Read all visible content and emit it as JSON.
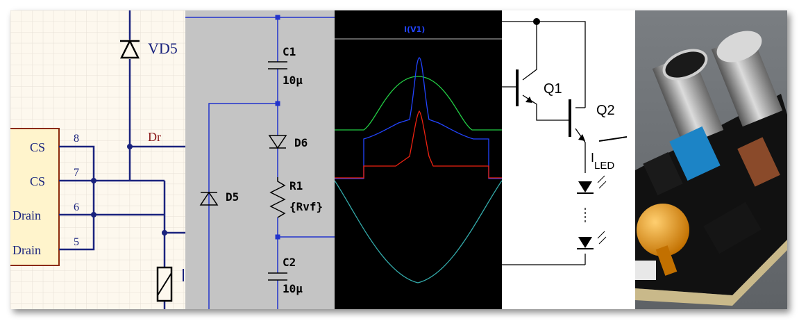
{
  "colors": {
    "grid_bg": "#fdf8ee",
    "grid_line": "#e6e0d6",
    "wire_navy": "#1a237e",
    "ic_fill": "#fff4cc",
    "ic_border": "#8b2a0a",
    "net_label": "#8b1a1a",
    "ltspice_bg": "#c4c4c4",
    "ltspice_wire": "#2233cc",
    "scope_bg": "#000000",
    "trace_green": "#22cc44",
    "trace_blue": "#2244ff",
    "trace_red": "#ee2211",
    "trace_cyan": "#33aaaa",
    "pcb_bg": "#6f7376"
  },
  "panel1": {
    "diode_label": "VD5",
    "net_label": "Dr",
    "pins": [
      {
        "name": "CS",
        "num": "8"
      },
      {
        "name": "CS",
        "num": "7"
      },
      {
        "name": "Drain",
        "num": "6"
      },
      {
        "name": "Drain",
        "num": "5"
      }
    ]
  },
  "panel2": {
    "c1_name": "C1",
    "c1_value": "10µ",
    "d6": "D6",
    "r1_name": "R1",
    "r1_value": "{Rvf}",
    "d5": "D5",
    "c2_name": "C2",
    "c2_value": "10µ"
  },
  "panel3": {
    "trace_label": "I(V1)"
  },
  "panel4": {
    "q1": "Q1",
    "q2": "Q2",
    "iled_main": "I",
    "iled_sub": "LED"
  }
}
